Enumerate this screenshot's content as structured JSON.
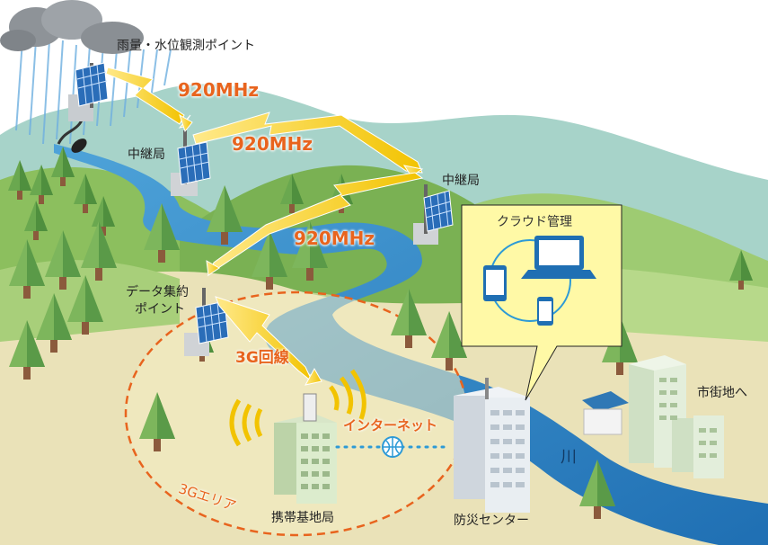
{
  "labels": {
    "rain_point": "雨量・水位観測ポイント",
    "relay1": "中継局",
    "relay2": "中継局",
    "data_point_line1": "データ集約",
    "data_point_line2": "ポイント",
    "freq1": "920MHz",
    "freq2": "920MHz",
    "freq3": "920MHz",
    "line_3g": "3G回線",
    "internet": "インターネット",
    "cloud": "クラウド管理",
    "city": "市街地へ",
    "river": "川",
    "base_station": "携帯基地局",
    "disaster_center": "防災センター",
    "area_3g": "3Gエリア"
  },
  "colors": {
    "sky": "#ffffff",
    "mountain_far": "#9fcfc8",
    "hill_green": "#8cbf5e",
    "hill_dark": "#5c9b46",
    "ground": "#eae2b8",
    "river": "#2d7fc1",
    "arrow_yellow": "#f2c300",
    "orange": "#e8641e",
    "cloud_panel": "#fff9a6"
  }
}
